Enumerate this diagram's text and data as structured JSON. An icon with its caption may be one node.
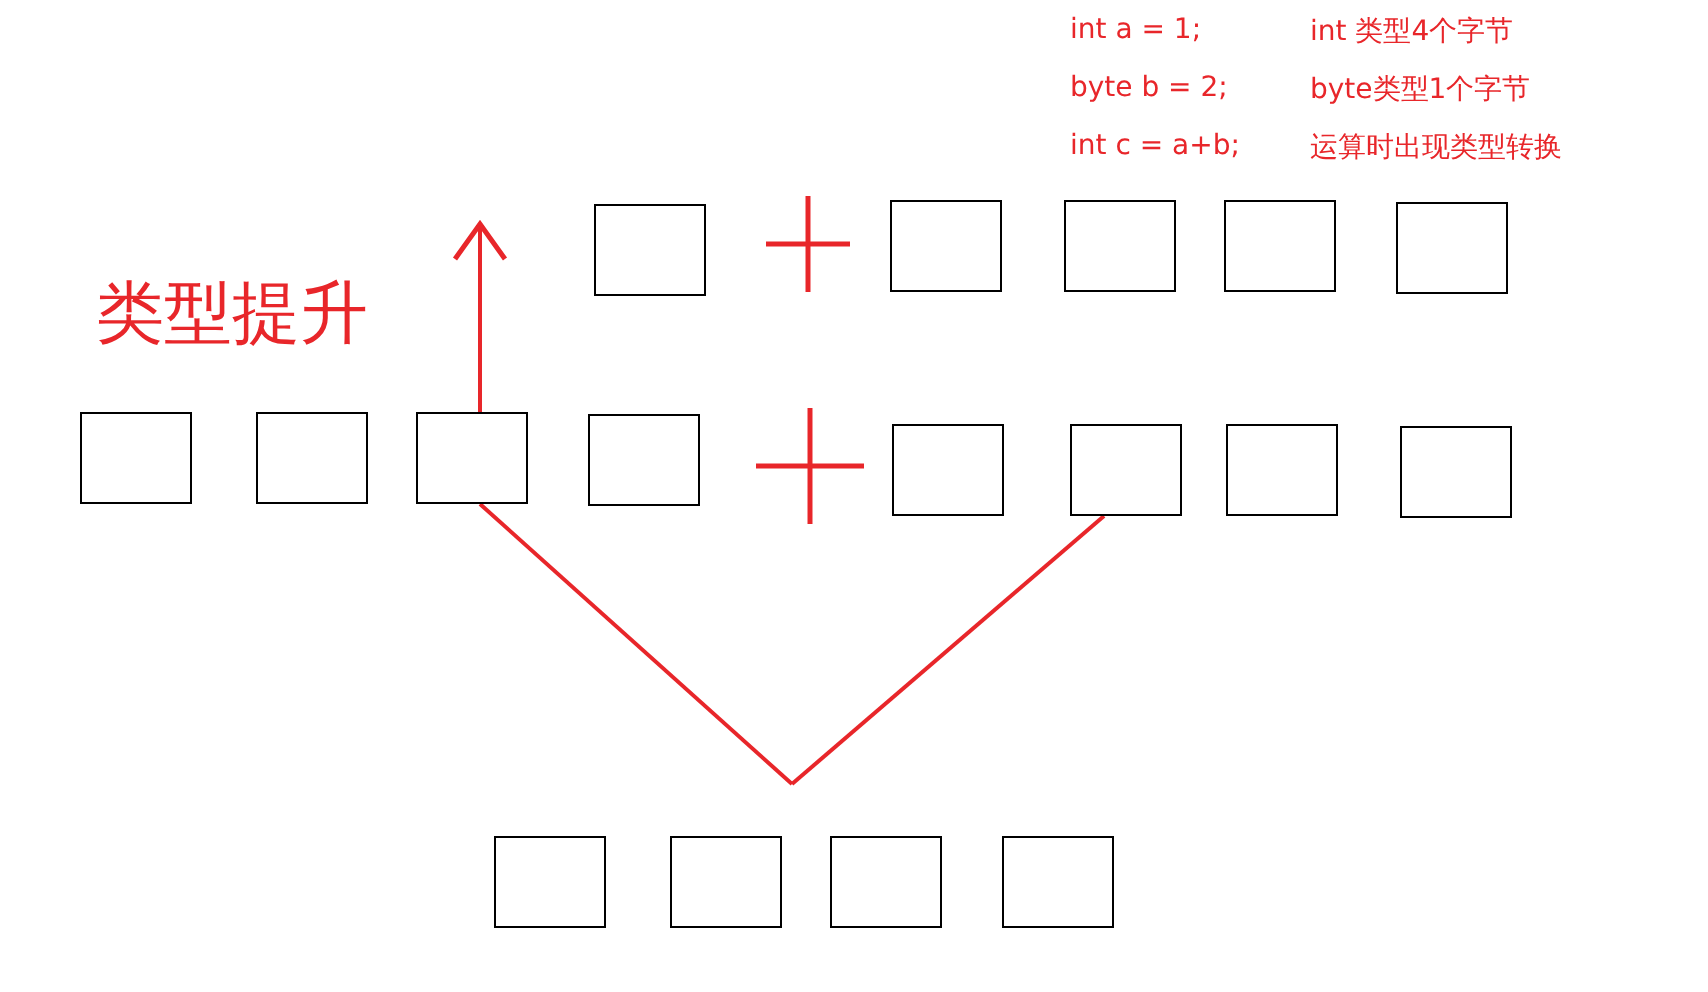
{
  "diagram": {
    "nodes": [
      {
        "text": [],
        "shape": "box"
      },
      {
        "text": [],
        "shape": "box"
      },
      {
        "text": [],
        "shape": "box"
      },
      {
        "text": [],
        "shape": "box"
      },
      {
        "text": [],
        "shape": "box"
      },
      {
        "text": [],
        "shape": "box"
      },
      {
        "text": [],
        "shape": "box"
      },
      {
        "text": [],
        "shape": "box"
      },
      {
        "text": [],
        "shape": "box"
      },
      {
        "text": [],
        "shape": "box"
      },
      {
        "text": [],
        "shape": "box"
      },
      {
        "text": [],
        "shape": "box"
      },
      {
        "text": [],
        "shape": "box"
      },
      {
        "text": [],
        "shape": "box"
      },
      {
        "text": [],
        "shape": "box"
      },
      {
        "text": [],
        "shape": "box"
      },
      {
        "text": [],
        "shape": "box"
      }
    ],
    "edges": [
      {
        "from": 7,
        "to": null,
        "arrow": "to",
        "color": "#e8262a"
      },
      {
        "from": 7,
        "to": null,
        "arrow": "none",
        "color": "#e8262a"
      },
      {
        "from": 10,
        "to": null,
        "arrow": "none",
        "color": "#e8262a"
      }
    ],
    "labels": [
      "int a = 1;",
      "int 类型4个字节",
      "byte b = 2;",
      "byte类型1个字节",
      "int c = a+b;",
      "运算时出现类型转换",
      "类型提升"
    ]
  }
}
